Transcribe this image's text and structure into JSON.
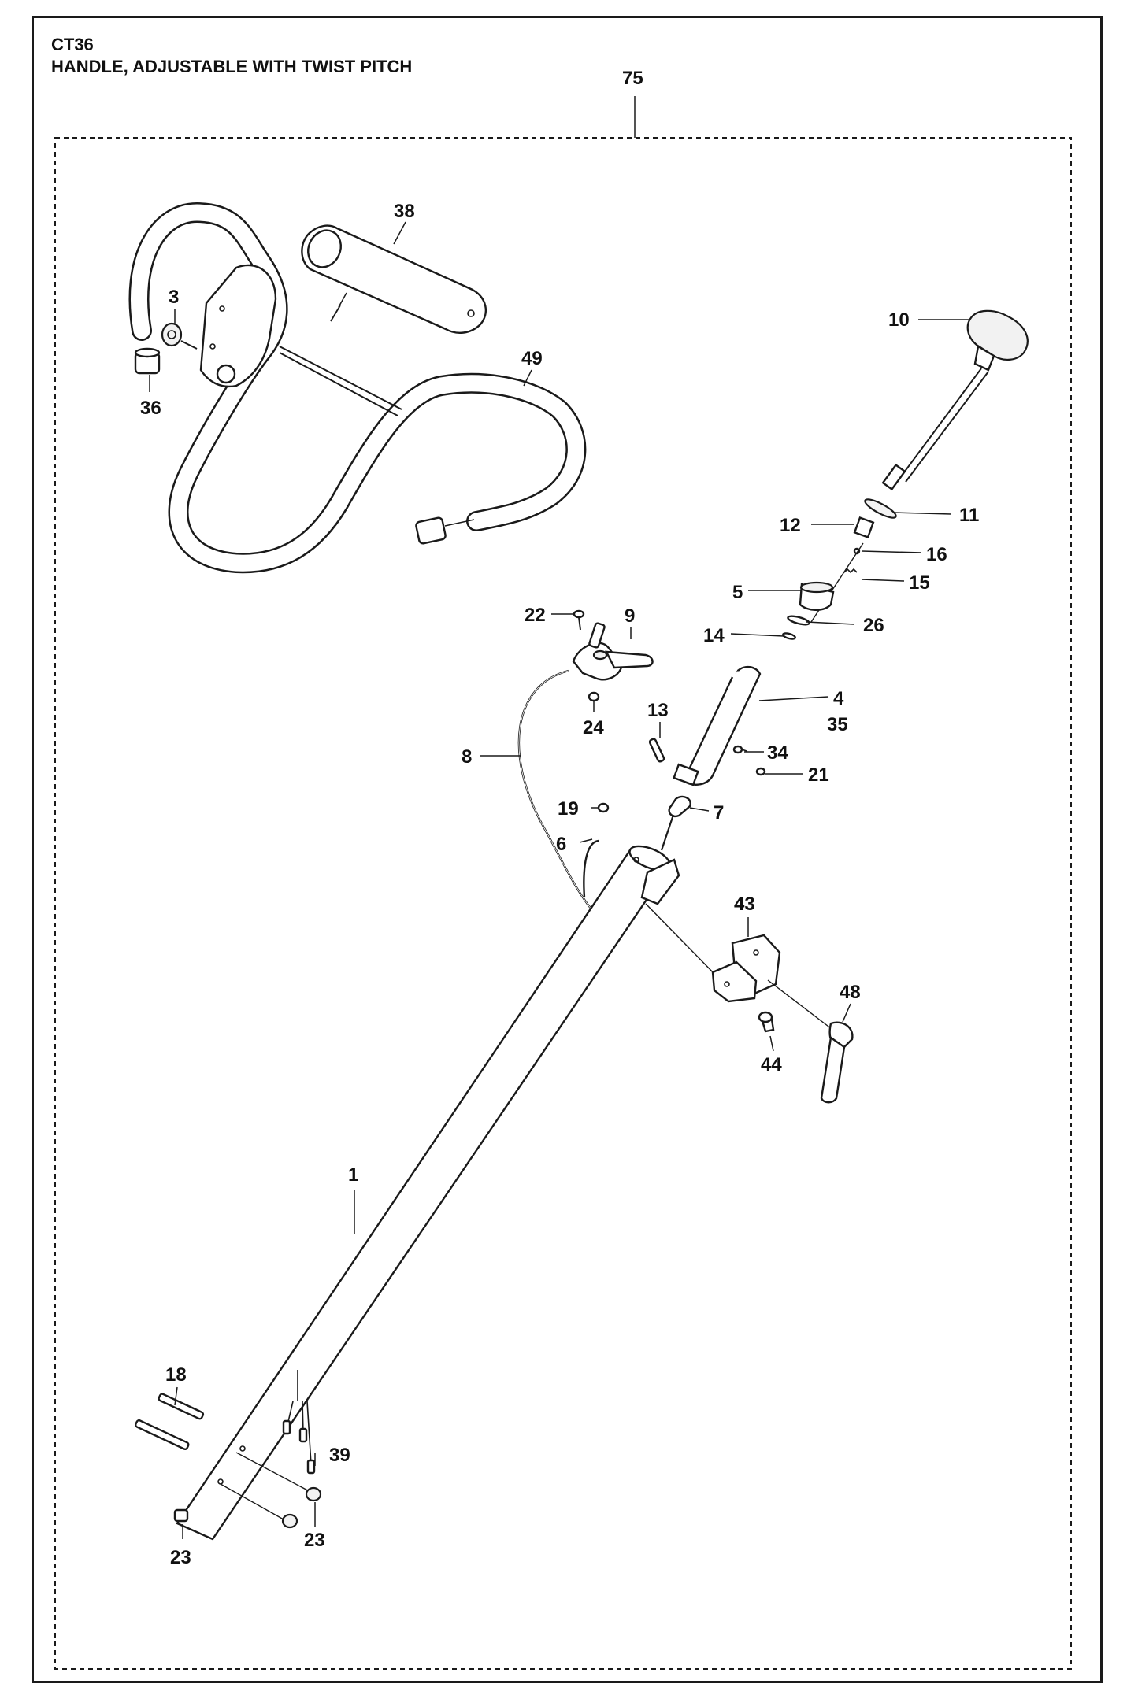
{
  "header": {
    "code": "CT36",
    "title": "HANDLE, ADJUSTABLE WITH TWIST PITCH"
  },
  "colors": {
    "line": "#1a1a1a",
    "background": "#ffffff"
  },
  "callouts": {
    "c75": "75",
    "c38": "38",
    "c3": "3",
    "c36": "36",
    "c49": "49",
    "c10": "10",
    "c11": "11",
    "c12": "12",
    "c16": "16",
    "c15": "15",
    "c5": "5",
    "c26": "26",
    "c14": "14",
    "c22": "22",
    "c9": "9",
    "c24": "24",
    "c4": "4",
    "c35": "35",
    "c13": "13",
    "c34": "34",
    "c21": "21",
    "c8": "8",
    "c19": "19",
    "c7": "7",
    "c6": "6",
    "c43": "43",
    "c48": "48",
    "c44": "44",
    "c1": "1",
    "c18": "18",
    "c39": "39",
    "c23a": "23",
    "c23b": "23"
  }
}
